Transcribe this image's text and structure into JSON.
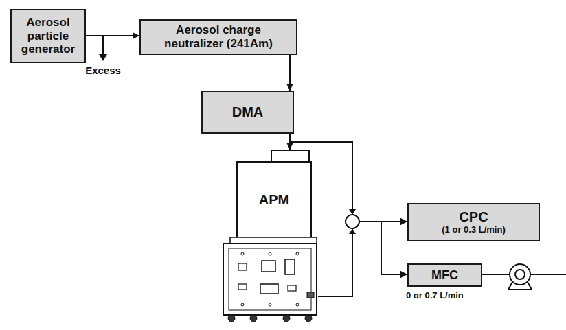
{
  "diagram": {
    "nodes": [
      {
        "text": [
          "Aerosol particle generator"
        ]
      },
      {
        "text": [
          "Aerosol charge neutralizer (241Am)"
        ]
      },
      {
        "text": [
          "DMA"
        ]
      },
      {
        "text": [
          "APM"
        ]
      },
      {
        "text": [
          "CPC",
          "(1 or 0.3 L/min)"
        ]
      },
      {
        "text": [
          "MFC",
          "0 or 0.7 L/min"
        ]
      }
    ],
    "edges": [
      {
        "from": 0,
        "to": 1,
        "arrow": "to"
      },
      {
        "from": 1,
        "to": 2,
        "arrow": "to"
      },
      {
        "from": 2,
        "to": 3,
        "arrow": "to"
      },
      {
        "from": 2,
        "to": 4,
        "arrow": "to"
      },
      {
        "from": 2,
        "to": 5,
        "arrow": "to"
      },
      {
        "from": 3,
        "to": 4,
        "arrow": "to"
      },
      {
        "from": 3,
        "to": 5,
        "arrow": "to"
      }
    ],
    "labels": [
      "Excess"
    ]
  }
}
